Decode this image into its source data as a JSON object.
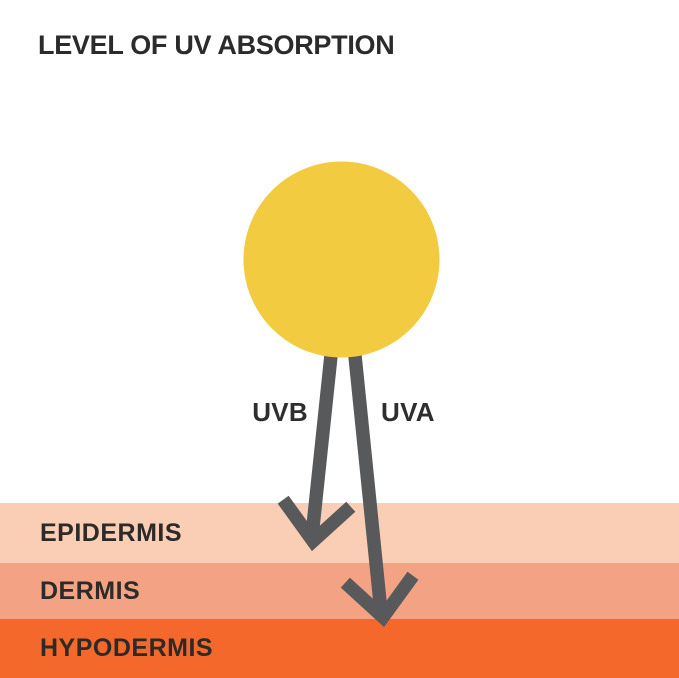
{
  "title": "LEVEL OF UV ABSORPTION",
  "colors": {
    "background": "#FFFFFF",
    "text": "#2B2B2B",
    "sun": "#F2CB40",
    "arrow": "#58595B"
  },
  "sun": {
    "description": "sun disc emitting UV rays"
  },
  "rays": [
    {
      "label": "UVB",
      "reaches_layer": "EPIDERMIS"
    },
    {
      "label": "UVA",
      "reaches_layer": "HYPODERMIS"
    }
  ],
  "layers": [
    {
      "label": "EPIDERMIS",
      "color": "#FACDB5"
    },
    {
      "label": "DERMIS",
      "color": "#F3A284"
    },
    {
      "label": "HYPODERMIS",
      "color": "#F4682C"
    }
  ]
}
